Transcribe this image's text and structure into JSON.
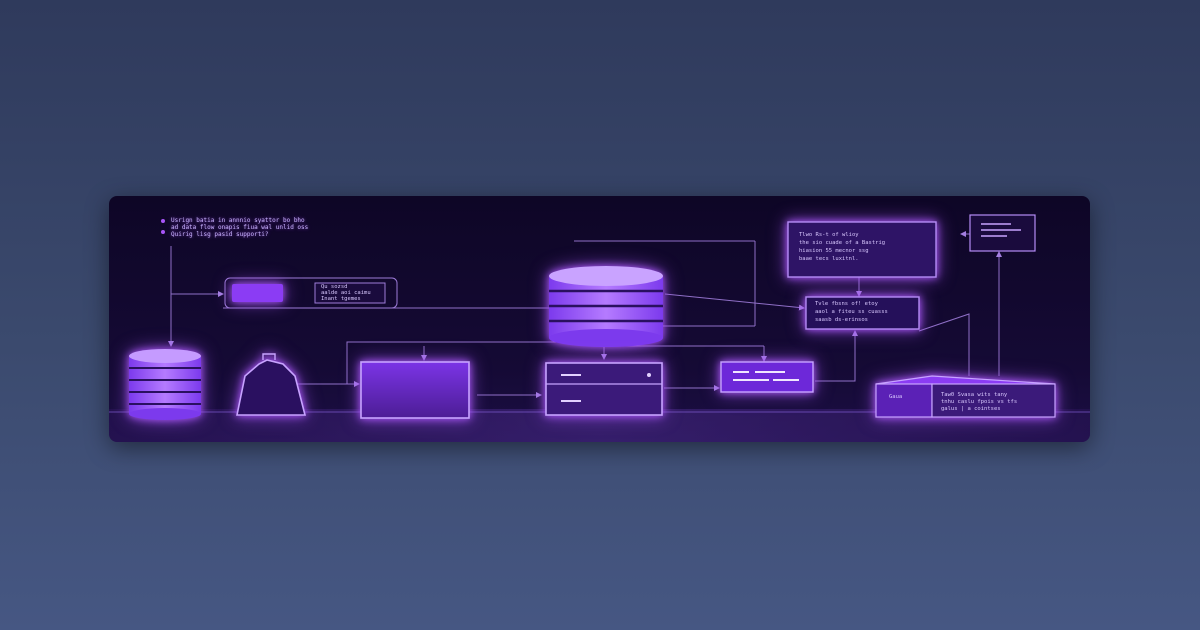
{
  "diagram": {
    "colors": {
      "panel": "#0e0626",
      "accent": "#a855f7",
      "fill": "#6d28d9",
      "fill_dark": "#3b1a7a",
      "line": "#9d7bd8"
    },
    "legend": [
      "Usrign batia in annnio syattor bo bho",
      "ad data flow onapis fiua wal unlid oss",
      "Quirig lisg pasid supporti?"
    ],
    "nodes": {
      "top_left_chip_note": [
        "Qu sozsd",
        "aalde aoi caimu",
        "Inant tgemes"
      ],
      "top_right_panel_note": [
        "Tlwo Rs-t of wlioy",
        "the sio cuade of a Bastrig",
        "hiasion 55 mecnor ssg",
        "baae tecs luxitnl."
      ],
      "mid_right_box_note": [
        "Tvle fbsns of! etoy",
        "aaol a fiteu ss cuasss",
        "saasb ds-erinsos"
      ],
      "cube_label": "Gaua",
      "cube_note": [
        "Taw0 Svasa wits tany",
        "tnhu caslu fpois vs tfs",
        "galus | a cointses"
      ]
    }
  }
}
